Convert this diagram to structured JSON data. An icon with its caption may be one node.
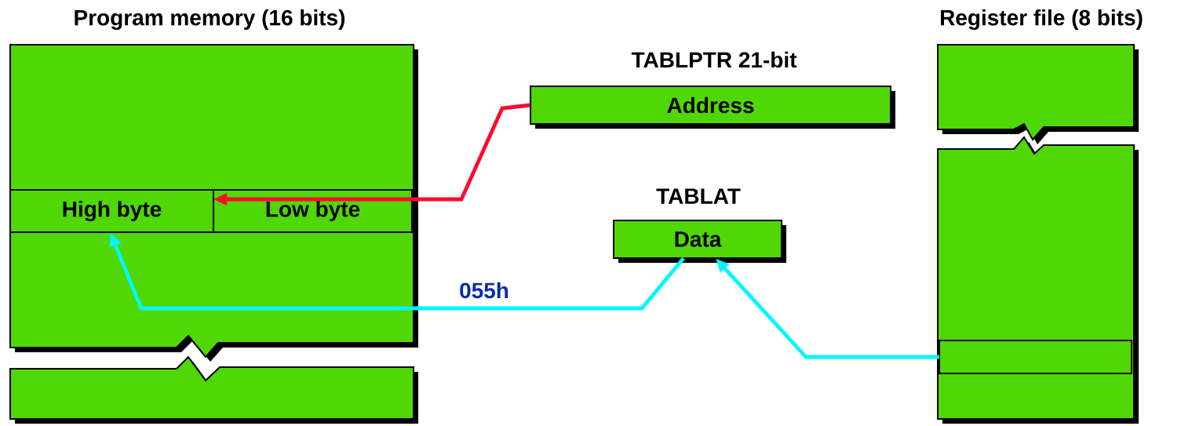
{
  "diagram": {
    "nodes": [
      {
        "text": [
          "Program memory (16 bits)"
        ]
      },
      {
        "text": [
          "High byte"
        ],
        "in": 0
      },
      {
        "text": [
          "Low byte"
        ],
        "in": 0
      },
      {
        "text": [],
        "shape": "box"
      },
      {
        "text": [
          "TABLPTR 21-bit",
          "Address"
        ]
      },
      {
        "text": [
          "TABLAT",
          "Data"
        ]
      },
      {
        "text": [
          "Register file (8 bits)"
        ]
      },
      {
        "text": [],
        "shape": "box"
      },
      {
        "text": [],
        "shape": "box",
        "in": 7
      }
    ],
    "edges": [
      {
        "from": 4,
        "to": 2,
        "arrow": "to",
        "color": "#ff0a2a"
      },
      {
        "from": 5,
        "to": 1,
        "arrow": "to",
        "label": "055h",
        "color": "#00f7ff"
      },
      {
        "from": 8,
        "to": 5,
        "arrow": "to",
        "color": "#00f7ff"
      }
    ]
  }
}
